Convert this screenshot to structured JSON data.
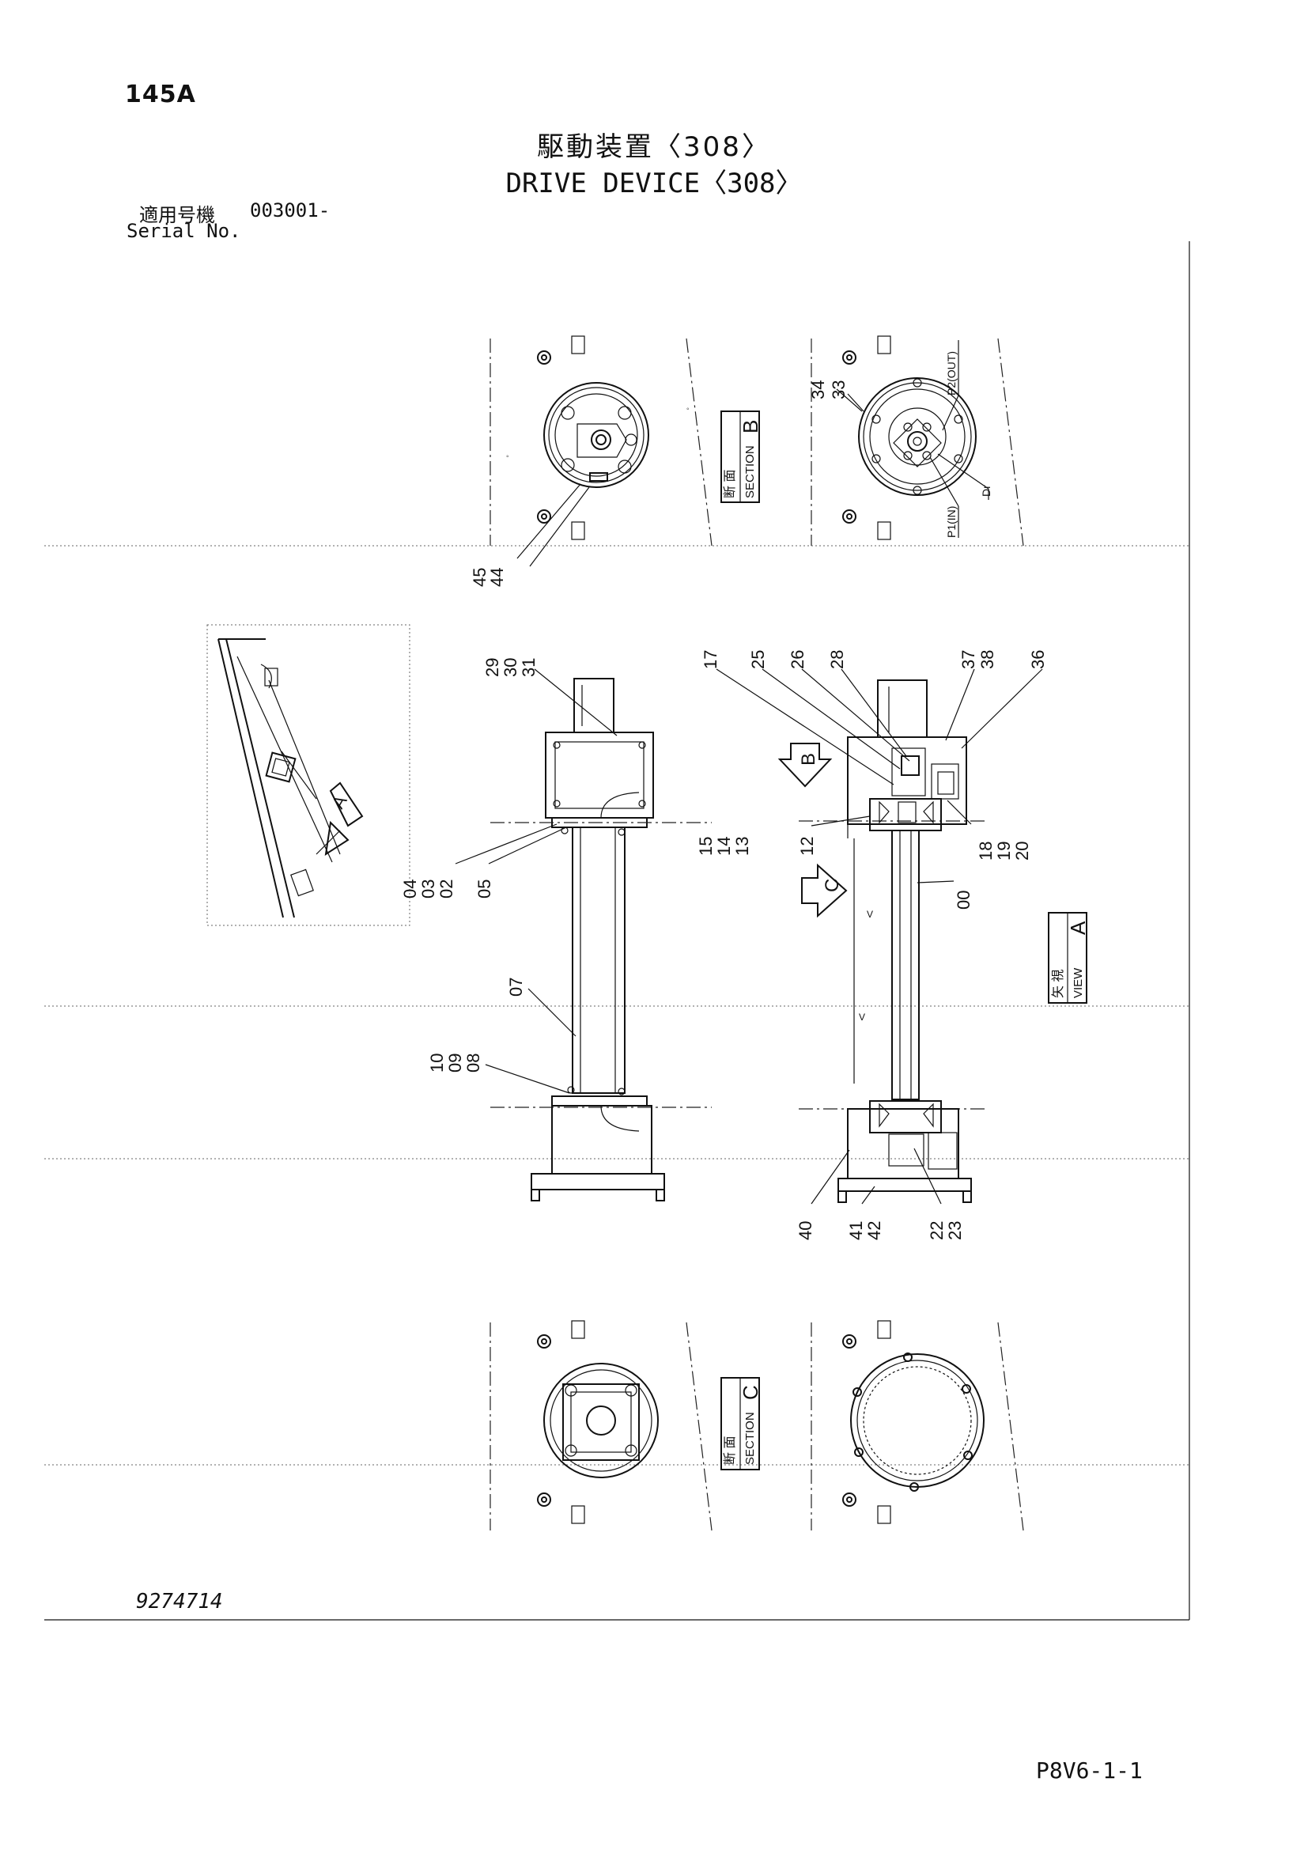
{
  "header": {
    "model": "145A",
    "title_jp": "駆動装置〈308〉",
    "title_en": "DRIVE DEVICE〈308〉",
    "serial_label_jp": "適用号機",
    "serial_value": "003001-",
    "serial_label_en": "Serial No."
  },
  "footer": {
    "drawing_number": "9274714",
    "page_code": "P8V6-1-1"
  },
  "views": {
    "section_b": {
      "jp": "断 面",
      "en": "SECTION",
      "letter": "B"
    },
    "section_c": {
      "jp": "断 面",
      "en": "SECTION",
      "letter": "C"
    },
    "view_a": {
      "jp": "矢 視",
      "en": "VIEW",
      "letter": "A"
    },
    "arrow_a": "A",
    "arrow_b": "B",
    "arrow_c": "C"
  },
  "ports": {
    "p1": "P1(IN)",
    "p2": "P2(OUT)",
    "dr": "Dr"
  },
  "callouts": {
    "c45": "45",
    "c44": "44",
    "c34": "34",
    "c33": "33",
    "c29": "29",
    "c30": "30",
    "c31": "31",
    "c17": "17",
    "c25": "25",
    "c26": "26",
    "c28": "28",
    "c37": "37",
    "c38": "38",
    "c36": "36",
    "c15": "15",
    "c14": "14",
    "c13": "13",
    "c12": "12",
    "c18": "18",
    "c19": "19",
    "c20": "20",
    "c04": "04",
    "c03": "03",
    "c02": "02",
    "c05": "05",
    "c00": "00",
    "c07": "07",
    "c10": "10",
    "c09": "09",
    "c08": "08",
    "c40": "40",
    "c41": "41",
    "c42": "42",
    "c22": "22",
    "c23": "23"
  }
}
